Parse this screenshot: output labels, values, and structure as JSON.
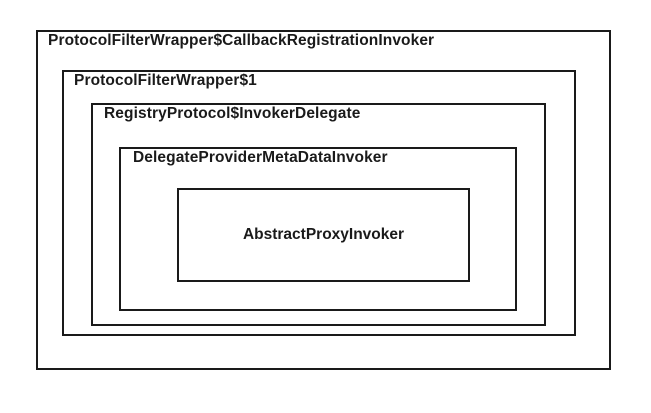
{
  "diagram": {
    "layers": [
      {
        "label": "ProtocolFilterWrapper$CallbackRegistrationInvoker"
      },
      {
        "label": "ProtocolFilterWrapper$1"
      },
      {
        "label": "RegistryProtocol$InvokerDelegate"
      },
      {
        "label": "DelegateProviderMetaDataInvoker"
      },
      {
        "label": "AbstractProxyInvoker"
      }
    ]
  }
}
